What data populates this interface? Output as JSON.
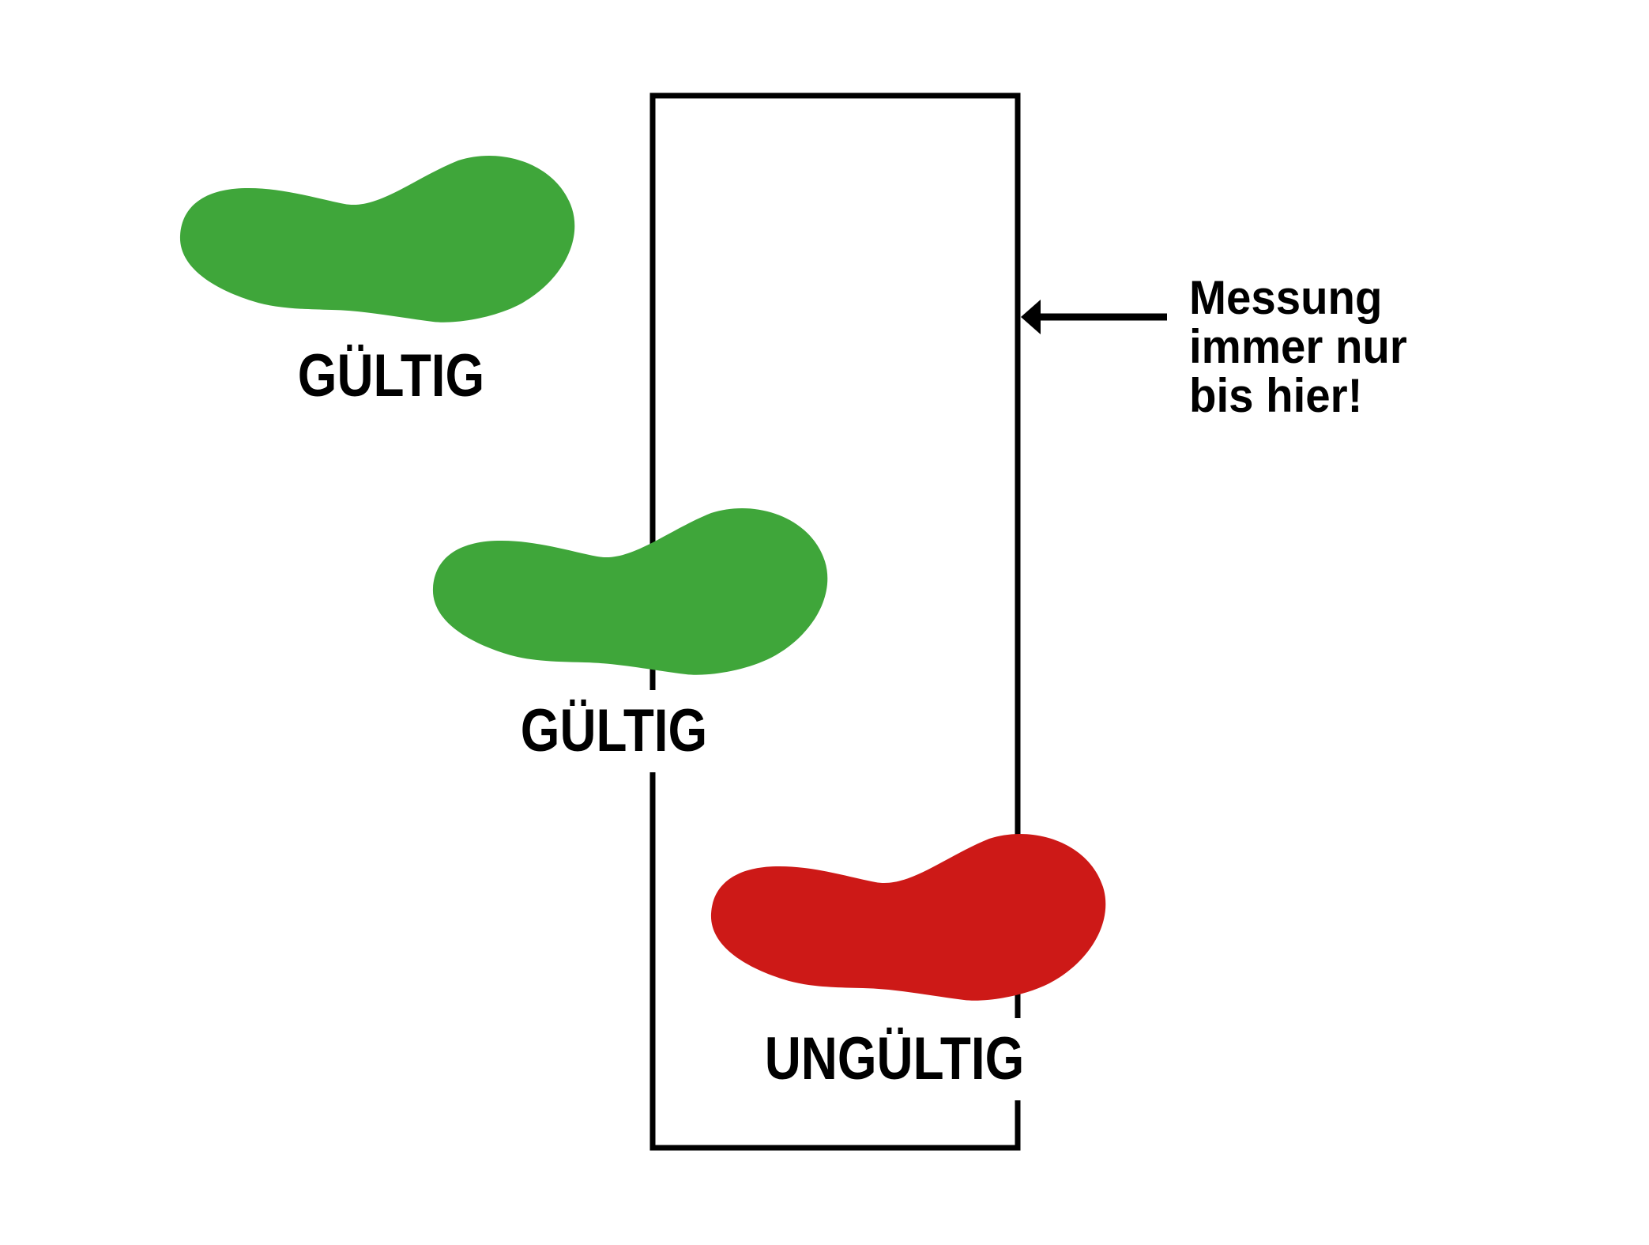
{
  "canvas": {
    "background": "#ffffff"
  },
  "colors": {
    "valid_green": "#3fa63a",
    "invalid_red": "#cd1917",
    "outline_black": "#000000"
  },
  "board": {
    "shape": "vertical-rectangle-outline"
  },
  "footprints": [
    {
      "label": "GÜLTIG",
      "status": "valid",
      "position": "outside-left-of-board"
    },
    {
      "label": "GÜLTIG",
      "status": "valid",
      "position": "crossing-left-edge-of-board"
    },
    {
      "label": "UNGÜLTIG",
      "status": "invalid",
      "position": "crossing-right-edge-of-board"
    }
  ],
  "annotation": {
    "text": "Messung\nimmer nur\nbis hier!",
    "arrow": "left-arrow-to-board-right-edge"
  }
}
